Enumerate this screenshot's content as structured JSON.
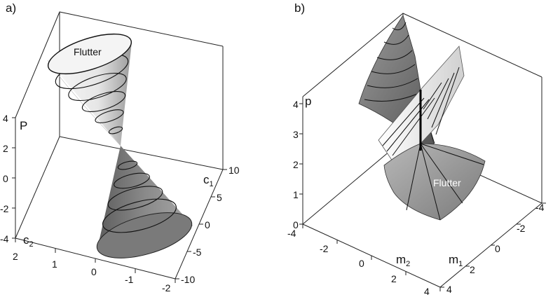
{
  "panels": [
    {
      "label": "a)",
      "region_text": "Flutter",
      "vertical_axis": {
        "label": "P",
        "ticks": [
          "4",
          "2",
          "0",
          "-2",
          "-4"
        ]
      },
      "c1_axis": {
        "label_main": "c",
        "label_sub": "1",
        "ticks": [
          "10",
          "5",
          "0",
          "-5",
          "-10"
        ]
      },
      "c2_axis": {
        "label_main": "c",
        "label_sub": "2",
        "ticks": [
          "2",
          "1",
          "0",
          "-1",
          "-2"
        ]
      }
    },
    {
      "label": "b)",
      "region_text": "Flutter",
      "vertical_axis": {
        "label": "p",
        "ticks": [
          "4",
          "3",
          "2",
          "1",
          "0"
        ]
      },
      "m2_axis": {
        "label_main": "m",
        "label_sub": "2",
        "ticks": [
          "-4",
          "-2",
          "0",
          "2",
          "4"
        ]
      },
      "m1_axis": {
        "label_main": "m",
        "label_sub": "1",
        "ticks": [
          "-4",
          "-2",
          "0",
          "2",
          "4"
        ]
      }
    }
  ],
  "colors": {
    "surface_dark": "#6b6b6b",
    "surface_light": "#f2f2f2",
    "line": "#111111"
  }
}
